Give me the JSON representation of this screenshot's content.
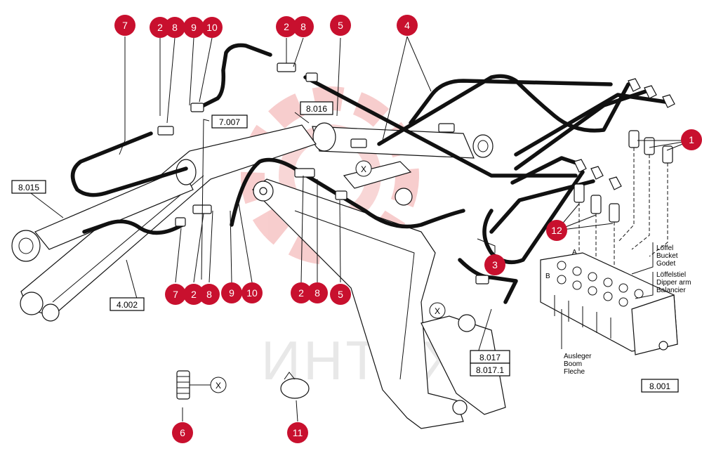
{
  "diagram": {
    "watermark_text": "ИНТЕХ",
    "accent_color": "#c8102e",
    "callouts": [
      "7",
      "2",
      "8",
      "9",
      "10",
      "2",
      "8",
      "5",
      "4",
      "1",
      "12",
      "3",
      "7",
      "2",
      "8",
      "9",
      "10",
      "2",
      "8",
      "5",
      "6",
      "11"
    ],
    "reference_boxes": [
      "8.015",
      "7.007",
      "8.016",
      "4.002",
      "8.017",
      "8.017.1",
      "8.001"
    ],
    "detail_marks": [
      "X",
      "X",
      "X",
      "A",
      "B"
    ],
    "valve_labels": {
      "bucket": [
        "Löffel",
        "Bucket",
        "Godet"
      ],
      "dipper": [
        "Löffelstiel",
        "Dipper arm",
        "Balancier"
      ],
      "boom": [
        "Ausleger",
        "Boom",
        "Fleche"
      ]
    }
  }
}
